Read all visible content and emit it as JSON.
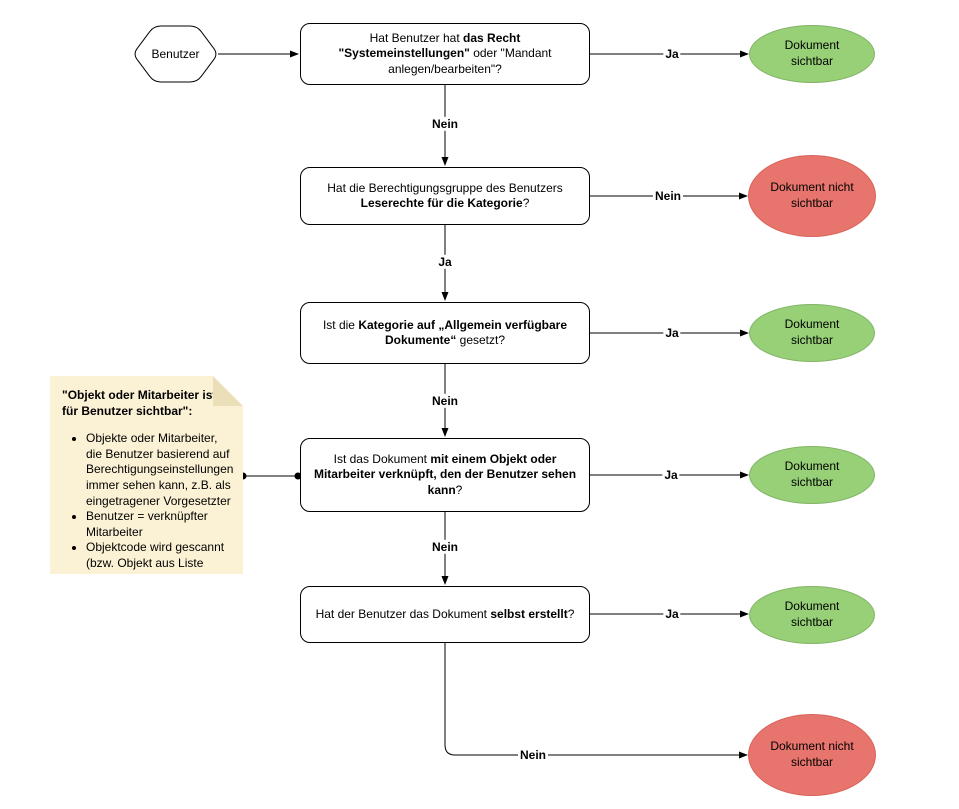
{
  "colors": {
    "positive_fill": "#97D077",
    "positive_stroke": "#82B366",
    "negative_fill": "#E8756D",
    "negative_stroke": "#D9625A",
    "note_fill": "#FBF2D5",
    "note_fold": "#EBDFB9",
    "line": "#000000",
    "shape_fill": "#FFFFFF",
    "shape_stroke": "#000000"
  },
  "start_node": {
    "label": "Benutzer"
  },
  "decisions": [
    {
      "segments": [
        {
          "text": "Hat Benutzer hat "
        },
        {
          "text": "das Recht \"Systemeinstellungen\"",
          "bold": true
        },
        {
          "text": " oder \"Mandant anlegen/bearbeiten\"?"
        }
      ]
    },
    {
      "segments": [
        {
          "text": "Hat die Berechtigungsgruppe des Benutzers "
        },
        {
          "text": "Leserechte für die Kategorie",
          "bold": true
        },
        {
          "text": "?"
        }
      ]
    },
    {
      "segments": [
        {
          "text": "Ist die "
        },
        {
          "text": "Kategorie auf „Allgemein verfügbare Dokumente“",
          "bold": true
        },
        {
          "text": " gesetzt?"
        }
      ]
    },
    {
      "segments": [
        {
          "text": "Ist das Dokument "
        },
        {
          "text": "mit einem Objekt oder Mitarbeiter verknüpft, den der Benutzer sehen kann",
          "bold": true
        },
        {
          "text": "?"
        }
      ]
    },
    {
      "segments": [
        {
          "text": "Hat der Benutzer das Dokument "
        },
        {
          "text": "selbst erstellt",
          "bold": true
        },
        {
          "text": "?"
        }
      ]
    }
  ],
  "outcomes": [
    {
      "type": "positive",
      "label": "Dokument sichtbar"
    },
    {
      "type": "negative",
      "label": "Dokument nicht sichtbar"
    },
    {
      "type": "positive",
      "label": "Dokument sichtbar"
    },
    {
      "type": "positive",
      "label": "Dokument sichtbar"
    },
    {
      "type": "positive",
      "label": "Dokument sichtbar"
    },
    {
      "type": "negative",
      "label": "Dokument nicht sichtbar"
    }
  ],
  "edge_labels": {
    "q1_yes": "Ja",
    "q1_no": "Nein",
    "q2_no": "Nein",
    "q2_yes": "Ja",
    "q3_yes": "Ja",
    "q3_no": "Nein",
    "q4_yes": "Ja",
    "q4_no": "Nein",
    "q5_yes": "Ja",
    "q5_no": "Nein"
  },
  "note": {
    "title": "\"Objekt oder Mitarbeiter ist für Benutzer sichtbar\":",
    "bullets": [
      "Objekte oder Mitarbeiter, die Benutzer basierend auf Berechtigungseinstellungen immer sehen kann, z.B. als eingetragener Vorgesetzter",
      "Benutzer = verknüpfter Mitarbeiter",
      "Objektcode wird gescannt (bzw. Objekt aus Liste ausgewählt)"
    ]
  }
}
